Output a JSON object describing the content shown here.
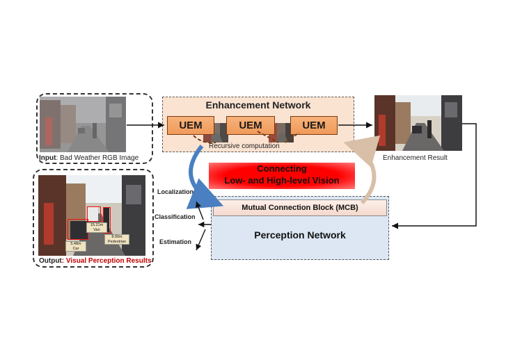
{
  "input": {
    "prefix": "Input",
    "text": ": Bad Weather RGB Image"
  },
  "enhancement": {
    "title": "Enhancement Network",
    "uem_labels": [
      "UEM",
      "UEM",
      "UEM"
    ],
    "recursive": "Recursive computation"
  },
  "enhancement_result": "Enhancement Result",
  "connecting": {
    "line1": "Connecting",
    "line2": "Low- and High-level Vision"
  },
  "mcb": "Mutual Connection Block (MCB)",
  "perception": "Perception Network",
  "tasks": [
    "Localization",
    "Classification",
    "Estimation"
  ],
  "output": {
    "prefix": "Output",
    "text": ": Visual Perception Results"
  },
  "detections": [
    {
      "distance": "5.48m",
      "cls": "Car"
    },
    {
      "distance": "15.21m",
      "cls": "Van"
    },
    {
      "distance": "8.90m",
      "cls": "Pedestrian"
    }
  ],
  "colors": {
    "enhancement_bg": "#fbe3d2",
    "perception_bg": "#dce7f3",
    "connecting_red": "#ff0000",
    "output_red": "#c00000"
  }
}
